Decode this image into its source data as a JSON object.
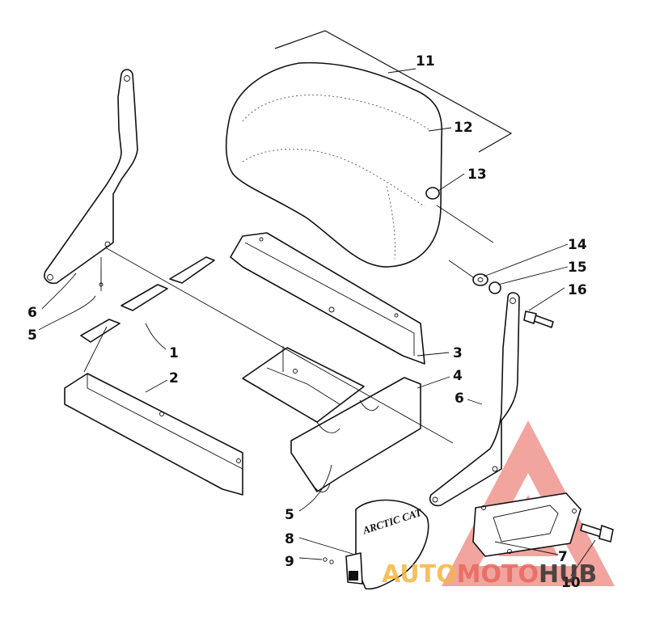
{
  "callouts": [
    "1",
    "2",
    "3",
    "4",
    "5",
    "6",
    "7",
    "8",
    "9",
    "10",
    "11",
    "12",
    "13",
    "14",
    "15",
    "16"
  ],
  "callout_left_5": "5",
  "callout_left_6": "6",
  "decal_brand": "ARCTIC CAT",
  "watermark": {
    "part1": "AUTO",
    "part2": "MOTO",
    "part3": "HUB",
    "color_auto": "#f5b642",
    "color_moto": "#e8675f",
    "color_hub": "#333333",
    "logo_color": "#e85a50"
  }
}
